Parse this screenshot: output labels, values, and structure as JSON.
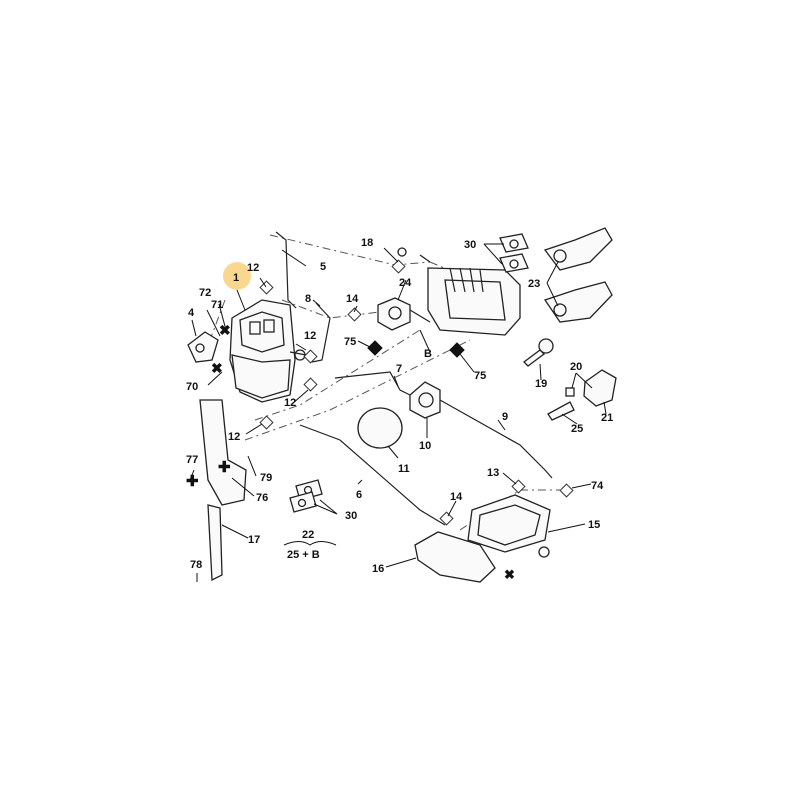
{
  "diagram": {
    "highlight_color": "#f7c96a",
    "line_color": "#222222",
    "labels": {
      "p1": "1",
      "p4": "4",
      "p5": "5",
      "p6": "6",
      "p7": "7",
      "p8": "8",
      "p9": "9",
      "p10": "10",
      "p11": "11",
      "p12a": "12",
      "p12b": "12",
      "p12c": "12",
      "p12d": "12",
      "p13": "13",
      "p14a": "14",
      "p14b": "14",
      "p15": "15",
      "p16": "16",
      "p17": "17",
      "p18": "18",
      "p19": "19",
      "p20": "20",
      "p21": "21",
      "p22": "22",
      "p22sub": "25 + B",
      "p23": "23",
      "p24": "24",
      "p25": "25",
      "p30a": "30",
      "p30b": "30",
      "p70": "70",
      "p71": "71",
      "p72": "72",
      "p74": "74",
      "p75a": "75",
      "p75b": "75",
      "p76": "76",
      "p77": "77",
      "p78": "78",
      "p79": "79",
      "pB": "B"
    }
  }
}
